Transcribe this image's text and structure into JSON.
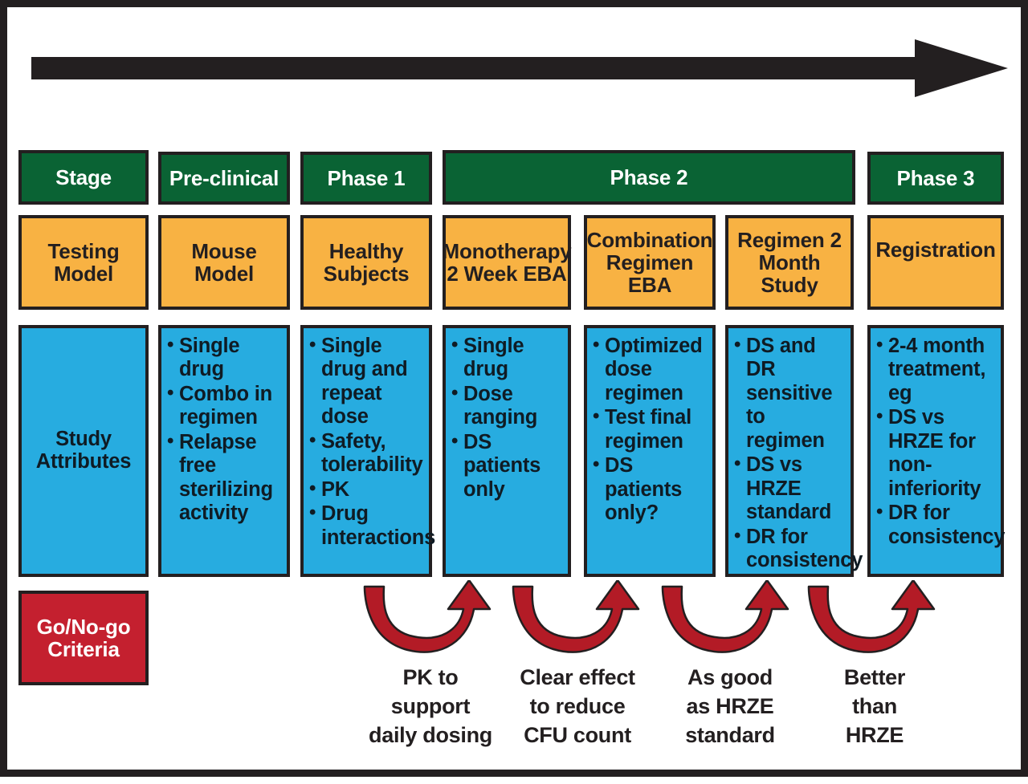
{
  "diagram": {
    "title": "TB drug development pathway",
    "colors": {
      "stage_green": "#0a6334",
      "model_orange": "#f8b243",
      "attributes_blue": "#27ace0",
      "criteria_red": "#c4202f",
      "arrow_dark": "#231f20",
      "gonogo_arrow_red": "#b31b26",
      "border": "#231f20"
    },
    "timeline_arrow": "right-arrow-time-axis",
    "rows": {
      "stage_label": "Stage",
      "testing_model_label": "Testing Model",
      "study_attributes_label": "Study Attributes",
      "go_no_go_label": "Go/No-go Criteria"
    },
    "stages": [
      {
        "name": "Stage",
        "label": "Stage"
      },
      {
        "name": "pre-clinical",
        "label": "Pre-clinical"
      },
      {
        "name": "phase-1",
        "label": "Phase 1"
      },
      {
        "name": "phase-2",
        "label": "Phase 2"
      },
      {
        "name": "phase-3",
        "label": "Phase 3"
      }
    ],
    "columns": [
      {
        "key": "row-header",
        "stage": "Stage",
        "testing_model": "Testing Model",
        "testing_model_lines": [
          "Testing",
          "Model"
        ],
        "study_attributes_title": "Study Attributes",
        "study_attributes_lines": [
          "Study",
          "Attributes"
        ],
        "attributes": []
      },
      {
        "key": "pre-clinical",
        "stage": "Pre-clinical",
        "testing_model": "Mouse Model",
        "testing_model_lines": [
          "Mouse",
          "Model"
        ],
        "attributes": [
          "Single drug",
          "Combo in regimen",
          "Relapse free sterilizing activity"
        ]
      },
      {
        "key": "phase-1",
        "stage": "Phase 1",
        "testing_model": "Healthy Subjects",
        "testing_model_lines": [
          "Healthy",
          "Subjects"
        ],
        "attributes": [
          "Single drug and repeat dose",
          "Safety, tolerability",
          "PK",
          "Drug interactions"
        ]
      },
      {
        "key": "monotherapy-eba",
        "stage": "Phase 2",
        "testing_model": "Monotherapy 2 Week EBA",
        "testing_model_lines": [
          "Monotherapy",
          "2 Week EBA"
        ],
        "attributes": [
          "Single drug",
          "Dose ranging",
          "DS patients only"
        ]
      },
      {
        "key": "combination-eba",
        "stage": "Phase 2",
        "testing_model": "Combination Regimen EBA",
        "testing_model_lines": [
          "Combination",
          "Regimen EBA"
        ],
        "attributes": [
          "Optimized dose regimen",
          "Test final regimen",
          "DS patients only?"
        ]
      },
      {
        "key": "regimen-2-month",
        "stage": "Phase 2",
        "testing_model": "Regimen 2 Month Study",
        "testing_model_lines": [
          "Regimen 2",
          "Month Study"
        ],
        "attributes": [
          "DS and DR sensitive to regimen",
          "DS vs HRZE standard",
          "DR for consistency"
        ]
      },
      {
        "key": "registration",
        "stage": "Phase 3",
        "testing_model": "Registration",
        "testing_model_lines": [
          "Registration"
        ],
        "attributes": [
          "2-4 month treatment, eg",
          "DS vs HRZE for non-inferiority",
          "DR for consistency"
        ]
      }
    ],
    "go_no_go_criteria": [
      {
        "key": "pk-daily-dosing",
        "lines": [
          "PK to",
          "support",
          "daily dosing"
        ],
        "text": "PK to support daily dosing"
      },
      {
        "key": "cfu-reduction",
        "lines": [
          "Clear effect",
          "to reduce",
          "CFU count"
        ],
        "text": "Clear effect to reduce CFU count"
      },
      {
        "key": "as-good-as-hrze",
        "lines": [
          "As good",
          "as HRZE",
          "standard"
        ],
        "text": "As good as HRZE standard"
      },
      {
        "key": "better-than-hrze",
        "lines": [
          "Better",
          "than",
          "HRZE"
        ],
        "text": "Better than HRZE"
      }
    ]
  }
}
